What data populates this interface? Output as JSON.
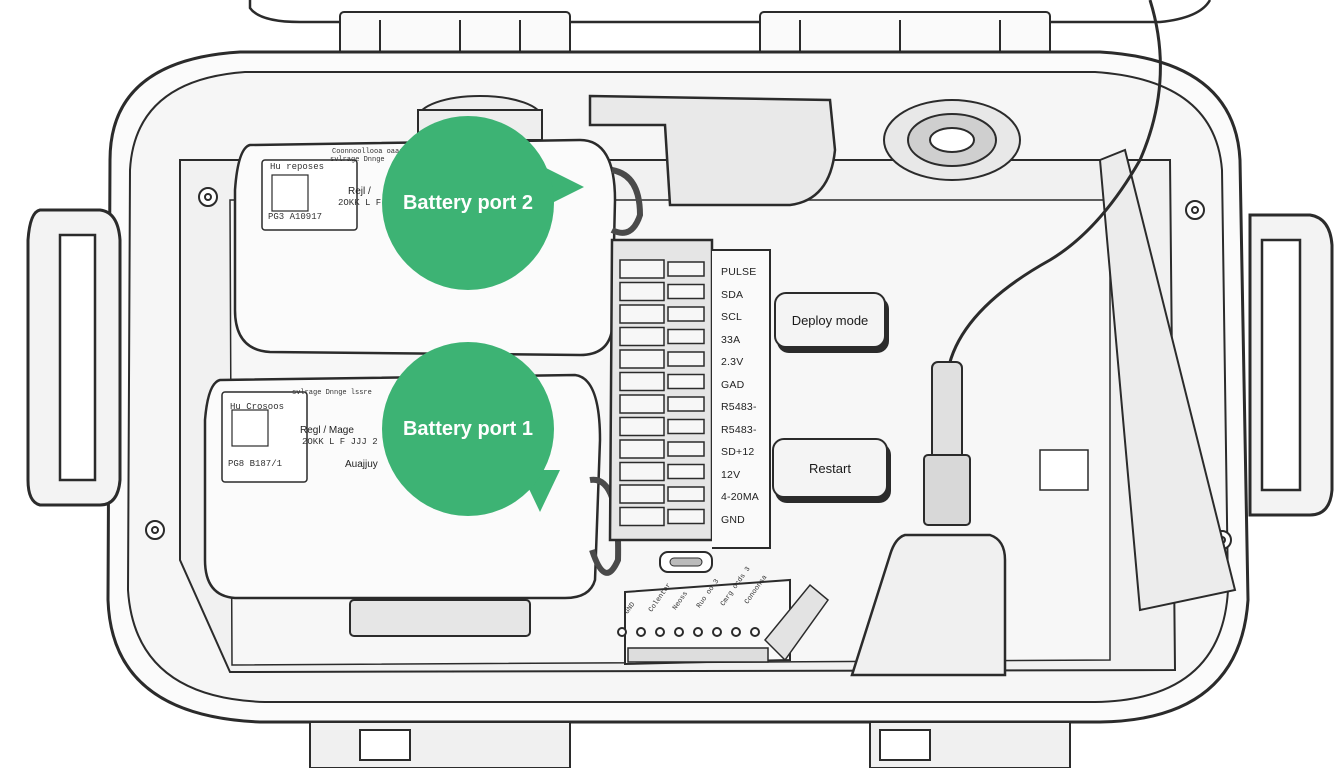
{
  "callouts": {
    "battery_port_2": "Battery port 2",
    "battery_port_1": "Battery port 1"
  },
  "buttons": {
    "deploy_mode": "Deploy mode",
    "restart": "Restart"
  },
  "terminal_pins": [
    "PULSE",
    "SDA",
    "SCL",
    "33A",
    "2.3V",
    "GAD",
    "R5483-",
    "R5483-",
    "SD+12",
    "12V",
    "4-20MA",
    "GND"
  ],
  "battery_top": {
    "label_line1": "Hu reposes",
    "label_line2": "Rejl /",
    "label_line3": "2OKK L F",
    "label_line4": "PG3 A10917",
    "small_text_1": "Coonnoollooa oaaa",
    "small_text_2": "svlrage   Dnnge"
  },
  "battery_bottom": {
    "label_line1": "Hu Crosoos",
    "label_line2": "Regl / Mage",
    "label_line3": "2OKK L F JJJ 2",
    "label_line4": "PG8 B187/1",
    "label_line5": "Auajjuy",
    "small_text_1": "svlrage   Dnnge  lssre"
  },
  "board_labels": [
    "GND",
    "Colentor",
    "Neoss",
    "Ruo oo 3",
    "Cmrg ocds 3",
    "Conoonsa"
  ],
  "colors": {
    "callout_green": "#3db374",
    "line": "#2b2b2b",
    "panel": "#f5f5f5"
  }
}
